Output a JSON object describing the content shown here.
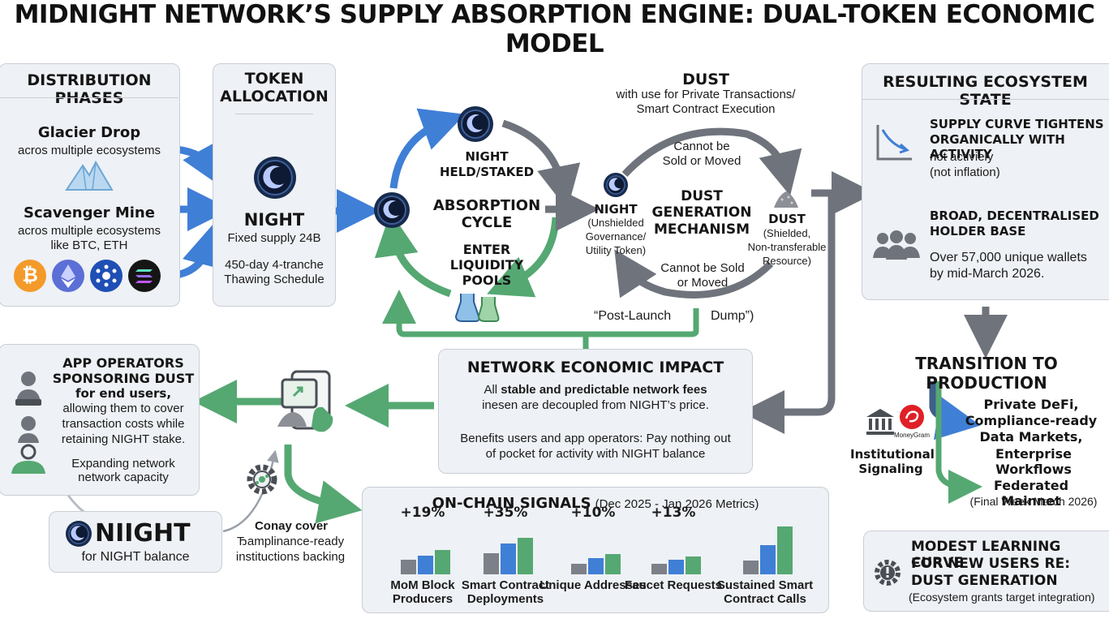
{
  "title": "MIDNIGHT NETWORK’S SUPPLY ABSORPTION ENGINE: DUAL-TOKEN ECONOMIC MODEL",
  "distribution": {
    "heading": "DISTRIBUTION PHASES",
    "glacier_title": "Glacier Drop",
    "glacier_sub": "acros multiple ecosystems",
    "scavenger_title": "Scavenger Mine",
    "scavenger_sub1": "acros multiple ecosystems",
    "scavenger_sub2": "like BTC, ETH"
  },
  "allocation": {
    "heading1": "TOKEN",
    "heading2": "ALLOCATION",
    "token": "NIGHT",
    "supply": "Fixed supply 24B",
    "schedule1": "450-day 4-tranche",
    "schedule2": "Thawing Schedule"
  },
  "cycle": {
    "held1": "NIGHT",
    "held2": "HELD/STAKED",
    "center1": "ABSORPTION",
    "center2": "CYCLE",
    "enter1": "ENTER",
    "enter2": "LIQUIDITY",
    "enter3": "POOLS"
  },
  "dust": {
    "title": "DUST",
    "sub1": "with use for Private Transactions/",
    "sub2": "Smart Contract Execution",
    "cannot_top1": "Cannot be",
    "cannot_top2": "Sold or Moved",
    "gen1": "DUST",
    "gen2": "GENERATION",
    "gen3": "MECHANISM",
    "night_title": "NIGHT",
    "night_sub1": "(Unshielded",
    "night_sub2": "Governance/",
    "night_sub3": "Utility Token)",
    "dust_title": "DUST",
    "dust_sub1": "(Shielded,",
    "dust_sub2": "Non-transferable",
    "dust_sub3": "Resource)",
    "cannot_bot1": "Cannot be Sold",
    "cannot_bot2": "or Moved",
    "post_launch": "“Post-Launch",
    "dump": "Dump”)"
  },
  "ecosystem": {
    "heading": "RESULTING ECOSYSTEM STATE",
    "supply1": "SUPPLY CURVE TIGHTENS",
    "supply2": "ORGANICALLY WITH ACTIVITY",
    "supply3": "not activiely",
    "supply4": "(not inflation)",
    "holder1": "BROAD, DECENTRALISED",
    "holder2": "HOLDER BASE",
    "holder3": "Over 57,000 unique wallets",
    "holder4": "by mid-March 2026."
  },
  "transition": {
    "heading": "TRANSITION TO PRODUCTION",
    "moneygram": "MoneyGram",
    "inst1": "Institutional",
    "inst2": "Signaling",
    "defi1": "Private DeFi,",
    "defi2": "Compliance-ready",
    "defi3": "Data Markets,",
    "defi4": "Enterprise Workflows",
    "fed1": "Federated Mainnet",
    "fed2": "(Final Week March 2026)"
  },
  "learning": {
    "l1": "MODEST LEARNING CURVE",
    "l2": "FOR NEW USERS RE:",
    "l3": "DUST GENERATION",
    "l4": "(Ecosystem grants target integration)"
  },
  "operators": {
    "h1": "APP OPERATORS",
    "h2": "SPONSORING DUST",
    "h3": "for end users,",
    "b1": "allowing them to cover",
    "b2": "transaction costs while",
    "b3": "retaining NIGHT stake.",
    "e1": "Expanding network",
    "e2": "network capacity"
  },
  "night_box": {
    "token": "NIIGHT",
    "sub": "for NIGHT balance"
  },
  "conay": {
    "c1": "Conay cover",
    "c2": "Ђamplinance-ready",
    "c3": "instituctions backing"
  },
  "impact": {
    "heading": "NETWORK ECONOMIC IMPACT",
    "p1_pre": "All ",
    "p1_bold": "stable and predictable network fees",
    "p2": "inesen are decoupled from NIGHT’s price.",
    "p3": "Benefits users and app operators: Pay nothing out",
    "p4": "of pocket for activity with NIGHT balance"
  },
  "signals": {
    "heading": "ON-CHAIN SIGNALS",
    "range": "(Dec 2025 - Jan 2026 Metrics)"
  },
  "chart_data": {
    "type": "bar",
    "categories": [
      "MoM Block Producers",
      "Smart Contract Deployments",
      "Unique Addresses",
      "Faucet Requests",
      "Sustained Smart Contract Calls"
    ],
    "labels": [
      "+19%",
      "+35%",
      "+10%",
      "+13%",
      ""
    ],
    "series": [
      {
        "values": [
          0.28,
          0.4,
          0.2,
          0.2,
          0.25
        ]
      },
      {
        "values": [
          0.35,
          0.58,
          0.3,
          0.28,
          0.55
        ]
      },
      {
        "values": [
          0.45,
          0.68,
          0.38,
          0.33,
          0.9
        ]
      }
    ]
  },
  "colors": {
    "blue_arrow": "#3f7fd6",
    "green_arrow": "#55a872",
    "gray_arrow": "#6f747c",
    "panel": "#eef1f5"
  }
}
